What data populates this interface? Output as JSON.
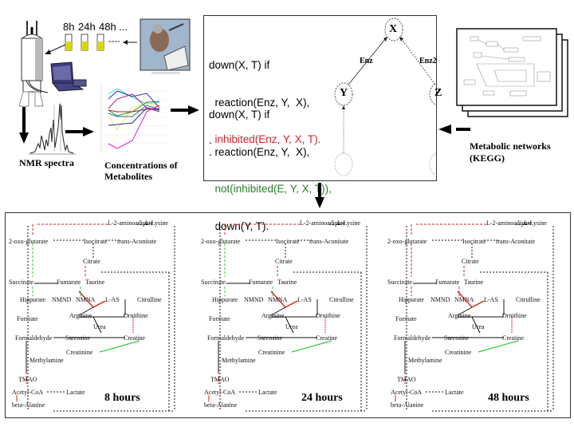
{
  "workflow": {
    "sample_times": [
      "8h",
      "24h",
      "48h ..."
    ],
    "nmr_label": "NMR spectra",
    "concentrations_label_line1": "Concentrations of",
    "concentrations_label_line2": "Metabolites",
    "kegg_label_line1": "Metabolic networks",
    "kegg_label_line2": "(KEGG)"
  },
  "logic": {
    "rule1": {
      "head": "down(X, T) if",
      "line1": "  reaction(Enz, Y,  X),",
      "line2": "  inhibited(Enz, Y, X, T)."
    },
    "rule2": {
      "head": "down(X, T) if",
      "line1": "  reaction(Enz, Y,  X),",
      "line2": "  not(inhibited(E, Y, X, T)),",
      "line3": "  down(Y, T)."
    },
    "ellipsis1": ".",
    "ellipsis2": ".",
    "colors": {
      "inhibited": "#d9232a",
      "not_inhibited": "#2a7d2a"
    }
  },
  "graph": {
    "nodes": {
      "x": "X",
      "y": "Y",
      "z": "Z"
    },
    "edges": {
      "enz": "Enz",
      "enz2": "Enz2"
    }
  },
  "pathways": [
    {
      "title": "8 hours",
      "metabolites": [
        "L-2-aminoadipate",
        "L-Lysine",
        "2-oxo-glutarate",
        "Isocitrate",
        "trans-Aconitate",
        "Citrate",
        "Succinate",
        "Fumarate",
        "Taurine",
        "Hippurate",
        "NMND",
        "NMNA",
        "L-AS",
        "Citrulline",
        "Formate",
        "Arginine",
        "Ornithine",
        "Urea",
        "Formaldehyde",
        "Sarcosine",
        "Creatine",
        "Creatinine",
        "Methylamine",
        "TMAO",
        "Acetyl-CoA",
        "Lactate",
        "beta-Alanine"
      ]
    },
    {
      "title": "24 hours",
      "metabolites": [
        "L-2-aminoadipate",
        "L-Lysine",
        "2-oxo-glutarate",
        "Isocitrate",
        "trans-Aconitate",
        "Citrate",
        "Succinate",
        "Fumarate",
        "Taurine",
        "Hippurate",
        "NMND",
        "NMNA",
        "L-AS",
        "Citrulline",
        "Formate",
        "Arginine",
        "Ornithine",
        "Urea",
        "Formaldehyde",
        "Sarcosine",
        "Creatine",
        "Creatinine",
        "Methylamine",
        "TMAO",
        "Acetyl-CoA",
        "Lactate",
        "beta-Alanine"
      ]
    },
    {
      "title": "48 hours",
      "metabolites": [
        "L-2-aminoadipate",
        "L-Lysine",
        "2-oxo-glutarate",
        "Isocitrate",
        "trans-Aconitate",
        "Citrate",
        "Succinate",
        "Fumarate",
        "Taurine",
        "Hippurate",
        "NMND",
        "NMNA",
        "L-AS",
        "Citrulline",
        "Formate",
        "Arginine",
        "Ornithine",
        "Urea",
        "Formaldehyde",
        "Sarcosine",
        "Creatine",
        "Creatinine",
        "Methylamine",
        "TMAO",
        "Acetyl-CoA",
        "Lactate",
        "beta-Alanine"
      ]
    }
  ],
  "colors": {
    "up_arrow": "#d42020",
    "down_arrow": "#33cc33",
    "marker_blue": "#1a2ab8"
  }
}
